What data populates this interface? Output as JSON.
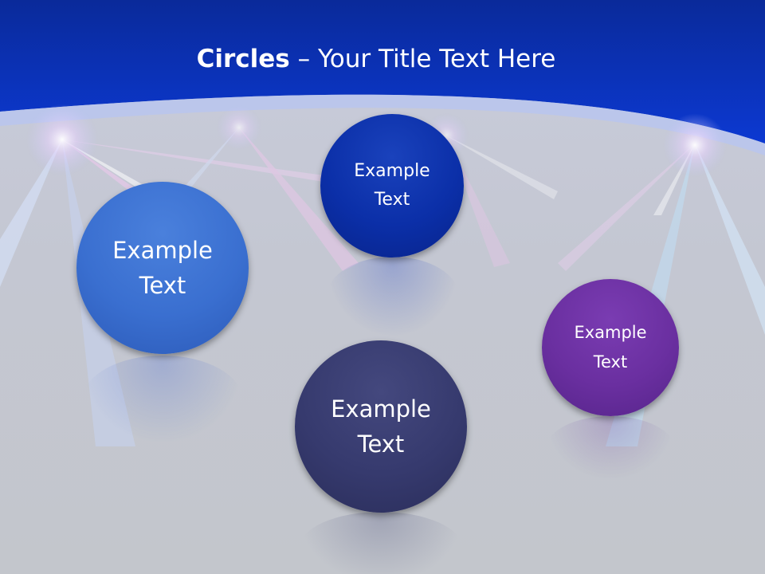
{
  "title": {
    "bold": "Circles",
    "dash": "–",
    "rest": "Your Title Text Here"
  },
  "circles": [
    {
      "line1": "Example",
      "line2": "Text",
      "color": "#3a6fd0"
    },
    {
      "line1": "Example",
      "line2": "Text",
      "color": "#0b2fa8"
    },
    {
      "line1": "Example",
      "line2": "Text",
      "color": "#363a6e"
    },
    {
      "line1": "Example",
      "line2": "Text",
      "color": "#6a2fa0"
    }
  ],
  "colors": {
    "header_blue": "#0a2fbf",
    "background_gray": "#c3c6ce"
  }
}
